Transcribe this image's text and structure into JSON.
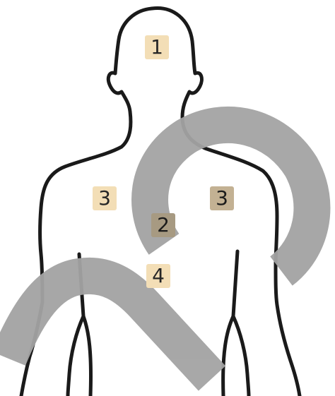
{
  "figure": {
    "colors": {
      "outline": "#1a1a1a",
      "watermark": "#a3a3a3",
      "label_background": "#f3deb6",
      "label_background_shaded": "#a79a82",
      "label_text": "#262626",
      "label_text_shaded": "#1b1b1b"
    },
    "watermark_icon": "prohibition-sign",
    "labels": {
      "head": "1",
      "center_chest": "2",
      "left_chest": "3",
      "right_chest": "3",
      "upper_abdomen": "4"
    }
  }
}
